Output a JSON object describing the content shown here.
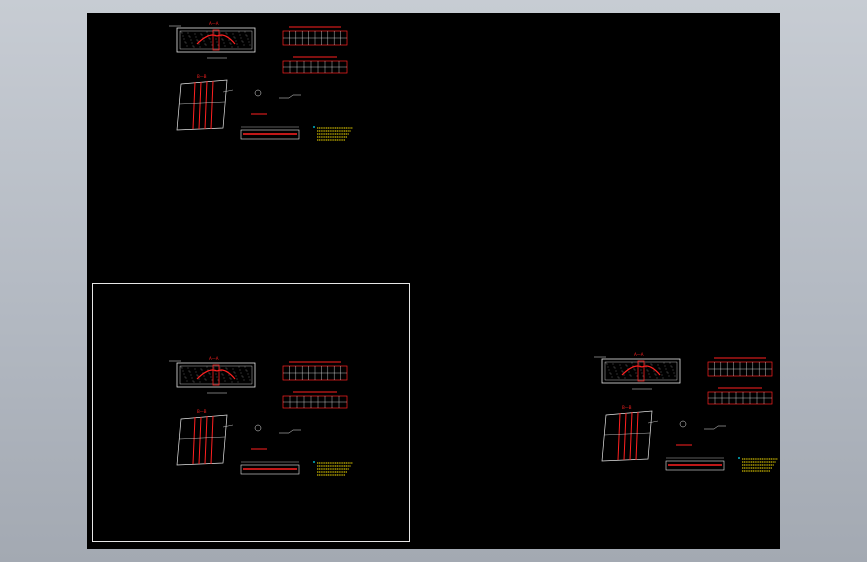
{
  "viewport": {
    "background": "#000000",
    "surround_color": "#b9bec6"
  },
  "colors": {
    "outline": "#e6e6e6",
    "red": "#ff2020",
    "yellow": "#ffe600",
    "cyan": "#00e5ff",
    "white": "#ffffff"
  },
  "sheets": [
    {
      "id": "sheet-top-left",
      "section_label_top": "A—A",
      "section_label_mid": "B—B"
    },
    {
      "id": "sheet-frame",
      "section_label_top": "A—A",
      "section_label_mid": "B—B"
    },
    {
      "id": "sheet-right",
      "section_label_top": "A—A",
      "section_label_mid": "B—B"
    }
  ]
}
